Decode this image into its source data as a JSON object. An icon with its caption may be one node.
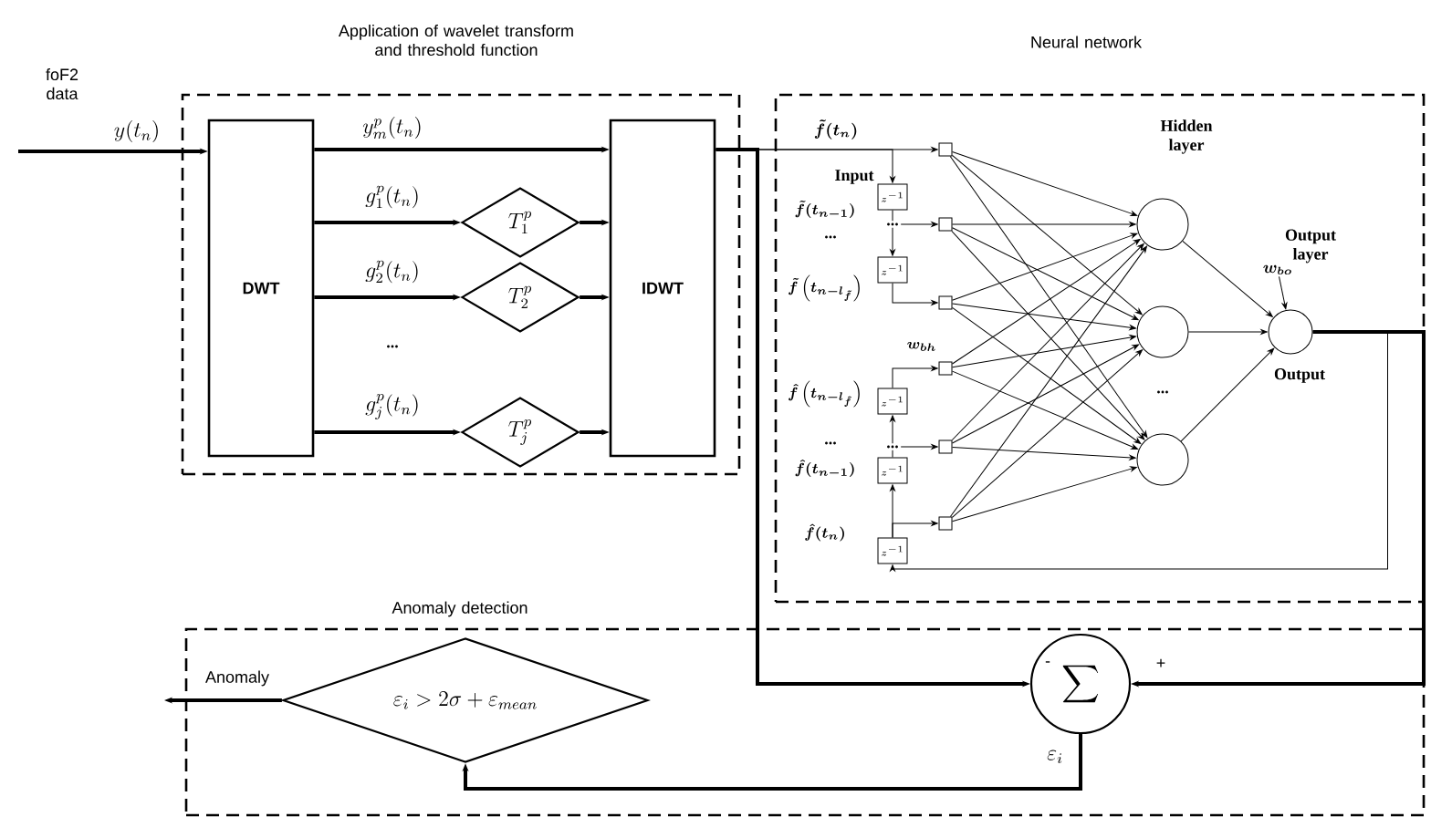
{
  "diagram": {
    "nodes": [
      {
        "text": [
          "Application of wavelet transform and threshold function"
        ]
      },
      {
        "text": [
          "DWT"
        ],
        "in": 0
      },
      {
        "text": [
          "IDWT"
        ],
        "in": 0
      },
      {
        "text": [
          "T_1^p"
        ],
        "in": 0
      },
      {
        "text": [
          "T_2^p"
        ],
        "in": 0
      },
      {
        "text": [
          "T_j^p"
        ],
        "in": 0
      },
      {
        "text": [
          "Neural network"
        ]
      },
      {
        "text": [],
        "shape": "box",
        "in": 6
      },
      {
        "text": [],
        "shape": "box",
        "in": 6
      },
      {
        "text": [],
        "shape": "box",
        "in": 6
      },
      {
        "text": [],
        "shape": "box",
        "in": 6
      },
      {
        "text": [],
        "shape": "box",
        "in": 6
      },
      {
        "text": [],
        "shape": "box",
        "in": 6
      },
      {
        "text": [
          "z^{-1}"
        ],
        "in": 6
      },
      {
        "text": [
          "z^{-1}"
        ],
        "in": 6
      },
      {
        "text": [
          "z^{-1}"
        ],
        "in": 6
      },
      {
        "text": [
          "z^{-1}"
        ],
        "in": 6
      },
      {
        "text": [
          "z^{-1}"
        ],
        "in": 6
      },
      {
        "text": [
          "..."
        ],
        "in": 6
      },
      {
        "text": [
          "..."
        ],
        "in": 6
      },
      {
        "text": [],
        "shape": "circle",
        "in": 6
      },
      {
        "text": [],
        "shape": "circle",
        "in": 6
      },
      {
        "text": [],
        "shape": "circle",
        "in": 6
      },
      {
        "text": [],
        "shape": "circle",
        "in": 6
      },
      {
        "text": [
          "w_{bo}"
        ],
        "in": 6
      },
      {
        "text": [
          "Anomaly detection"
        ]
      },
      {
        "text": [
          "\\varepsilon_i > 2\\sigma + \\varepsilon_{mean}"
        ],
        "in": 25
      },
      {
        "text": [
          "\\sum"
        ],
        "beside": [
          "\\varepsilon_i"
        ],
        "in": 25
      }
    ],
    "edges": [
      {
        "from": null,
        "to": 1,
        "arrow": "to",
        "label": "y(t_n)",
        "style": "thick"
      },
      {
        "from": 1,
        "to": 2,
        "arrow": "to",
        "label": "y_m^p(t_n)",
        "style": "thick"
      },
      {
        "from": 1,
        "to": 3,
        "arrow": "to",
        "label": "g_1^p(t_n)",
        "style": "thick"
      },
      {
        "from": 1,
        "to": 4,
        "arrow": "to",
        "label": "g_2^p(t_n)",
        "style": "thick"
      },
      {
        "from": 1,
        "to": 5,
        "arrow": "to",
        "label": "g_j^p(t_n)",
        "style": "thick"
      },
      {
        "from": 3,
        "to": 2,
        "arrow": "to",
        "style": "thick"
      },
      {
        "from": 4,
        "to": 2,
        "arrow": "to",
        "style": "thick"
      },
      {
        "from": 5,
        "to": 2,
        "arrow": "to",
        "style": "thick"
      },
      {
        "from": 2,
        "to": 7,
        "arrow": "to",
        "label": "\\tilde f(t_n)"
      },
      {
        "from": 2,
        "to": 13,
        "arrow": "to"
      },
      {
        "from": 13,
        "to": 18,
        "arrow": "none"
      },
      {
        "from": 18,
        "to": 8,
        "arrow": "to"
      },
      {
        "from": 18,
        "to": 14,
        "arrow": "to"
      },
      {
        "from": 14,
        "to": 9,
        "arrow": "to"
      },
      {
        "from": 17,
        "to": 12,
        "arrow": "to"
      },
      {
        "from": 17,
        "to": 16,
        "arrow": "to"
      },
      {
        "from": 16,
        "to": 19,
        "arrow": "none"
      },
      {
        "from": 19,
        "to": 11,
        "arrow": "to"
      },
      {
        "from": 19,
        "to": 15,
        "arrow": "to"
      },
      {
        "from": 15,
        "to": 10,
        "arrow": "to"
      },
      {
        "from": 7,
        "to": 20,
        "arrow": "to"
      },
      {
        "from": 7,
        "to": 21,
        "arrow": "to"
      },
      {
        "from": 7,
        "to": 22,
        "arrow": "to"
      },
      {
        "from": 8,
        "to": 20,
        "arrow": "to"
      },
      {
        "from": 8,
        "to": 21,
        "arrow": "to"
      },
      {
        "from": 8,
        "to": 22,
        "arrow": "to"
      },
      {
        "from": 9,
        "to": 20,
        "arrow": "to"
      },
      {
        "from": 9,
        "to": 21,
        "arrow": "to"
      },
      {
        "from": 9,
        "to": 22,
        "arrow": "to"
      },
      {
        "from": 10,
        "to": 20,
        "arrow": "to"
      },
      {
        "from": 10,
        "to": 21,
        "arrow": "to"
      },
      {
        "from": 10,
        "to": 22,
        "arrow": "to"
      },
      {
        "from": 11,
        "to": 20,
        "arrow": "to"
      },
      {
        "from": 11,
        "to": 21,
        "arrow": "to"
      },
      {
        "from": 11,
        "to": 22,
        "arrow": "to"
      },
      {
        "from": 12,
        "to": 20,
        "arrow": "to"
      },
      {
        "from": 12,
        "to": 21,
        "arrow": "to"
      },
      {
        "from": 12,
        "to": 22,
        "arrow": "to"
      },
      {
        "from": 20,
        "to": 23,
        "arrow": "to"
      },
      {
        "from": 21,
        "to": 23,
        "arrow": "to"
      },
      {
        "from": 22,
        "to": 23,
        "arrow": "to"
      },
      {
        "from": 24,
        "to": 23,
        "arrow": "to"
      },
      {
        "from": 23,
        "to": 17,
        "arrow": "to"
      },
      {
        "from": 23,
        "to": 27,
        "arrow": "to",
        "label": "+",
        "style": "thick"
      },
      {
        "from": 2,
        "to": 27,
        "arrow": "to",
        "label": "-",
        "style": "thick"
      },
      {
        "from": 27,
        "to": 26,
        "arrow": "to",
        "style": "thick"
      },
      {
        "from": 26,
        "to": null,
        "arrow": "to",
        "label": "Anomaly",
        "style": "thick"
      }
    ],
    "labels": [
      "foF2 data",
      "...",
      "Input",
      "\\tilde f(t_{n-1})",
      "...",
      "\\tilde f\\left(t_{n-l_{\\tilde f}}\\right)",
      "w_{bh}",
      "\\hat f\\left(t_{n-l_{\\hat f}}\\right)",
      "...",
      "\\hat f(t_{n-1})",
      "\\hat f(t_n)",
      "Hidden layer",
      "Output layer",
      "...",
      "Output"
    ]
  }
}
